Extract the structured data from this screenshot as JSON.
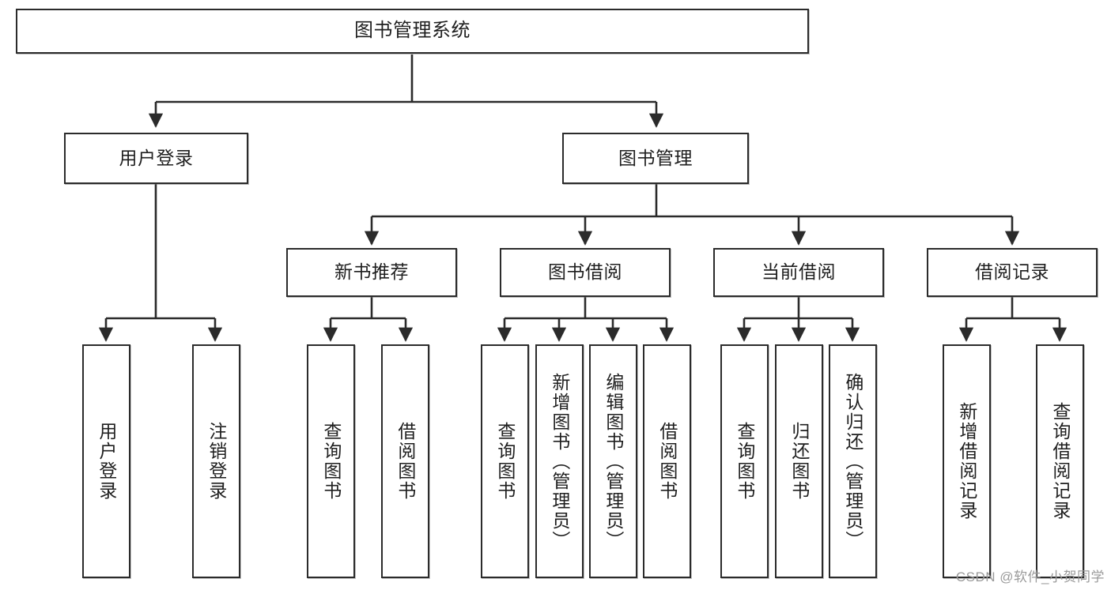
{
  "diagram": {
    "title": "图书管理系统",
    "watermark": "CSDN @软件_小贺同学",
    "colors": {
      "box_border": "#2b2b2b",
      "box_fill": "#ffffff",
      "connector": "#2b2b2b",
      "text": "#1f1f1f",
      "watermark": "#9a9a9a"
    },
    "root": {
      "label": "图书管理系统"
    },
    "level2": [
      {
        "label": "用户登录"
      },
      {
        "label": "图书管理"
      }
    ],
    "level3": [
      {
        "label": "新书推荐"
      },
      {
        "label": "图书借阅"
      },
      {
        "label": "当前借阅"
      },
      {
        "label": "借阅记录"
      }
    ],
    "leaves": {
      "user_login": [
        {
          "label": "用户登录"
        },
        {
          "label": "注销登录"
        }
      ],
      "new_book_recommend": [
        {
          "label": "查询图书"
        },
        {
          "label": "借阅图书"
        }
      ],
      "book_borrow": [
        {
          "label": "查询图书"
        },
        {
          "label": "新增图书（管理员）"
        },
        {
          "label": "编辑图书（管理员）"
        },
        {
          "label": "借阅图书"
        }
      ],
      "current_borrow": [
        {
          "label": "查询图书"
        },
        {
          "label": "归还图书"
        },
        {
          "label": "确认归还（管理员）"
        }
      ],
      "borrow_record": [
        {
          "label": "新增借阅记录"
        },
        {
          "label": "查询借阅记录"
        }
      ]
    }
  }
}
